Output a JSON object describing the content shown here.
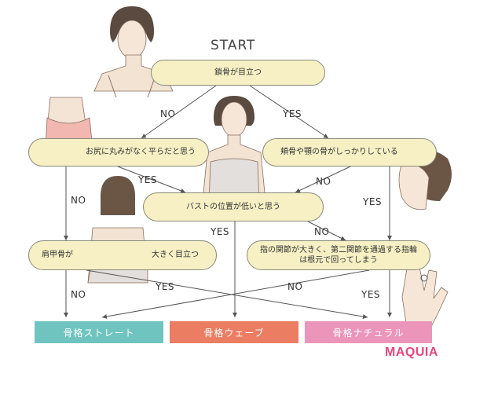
{
  "start_label": "START",
  "questions": {
    "q1": "鎖骨が目立つ",
    "q2": "お尻に丸みがなく平らだと思う",
    "q3": "頬骨や顎の骨がしっかりしている",
    "q4": "バストの位置が低いと思う",
    "q5_left": "肩甲骨が",
    "q5_right": "大きく目立つ",
    "q6": "指の関節が大きく、第二関節を通過する指輪は根元で回ってしまう"
  },
  "edges": {
    "q1_no": "NO",
    "q1_yes": "YES",
    "q2_yes": "YES",
    "q2_no": "NO",
    "q3_no": "NO",
    "q3_yes": "YES",
    "q4_yes": "YES",
    "q4_no": "NO",
    "q5_no": "NO",
    "q5_yes": "YES",
    "q6_no": "NO",
    "q6_yes": "YES"
  },
  "results": {
    "straight": "骨格ストレート",
    "wave": "骨格ウェーブ",
    "natural": "骨格ナチュラル"
  },
  "colors": {
    "straight": "#6fc4c0",
    "wave": "#ea7d62",
    "natural": "#ec95bb",
    "brand": "#e8457c",
    "pill": "#f6f0c4"
  },
  "brand": "MAQUIA"
}
